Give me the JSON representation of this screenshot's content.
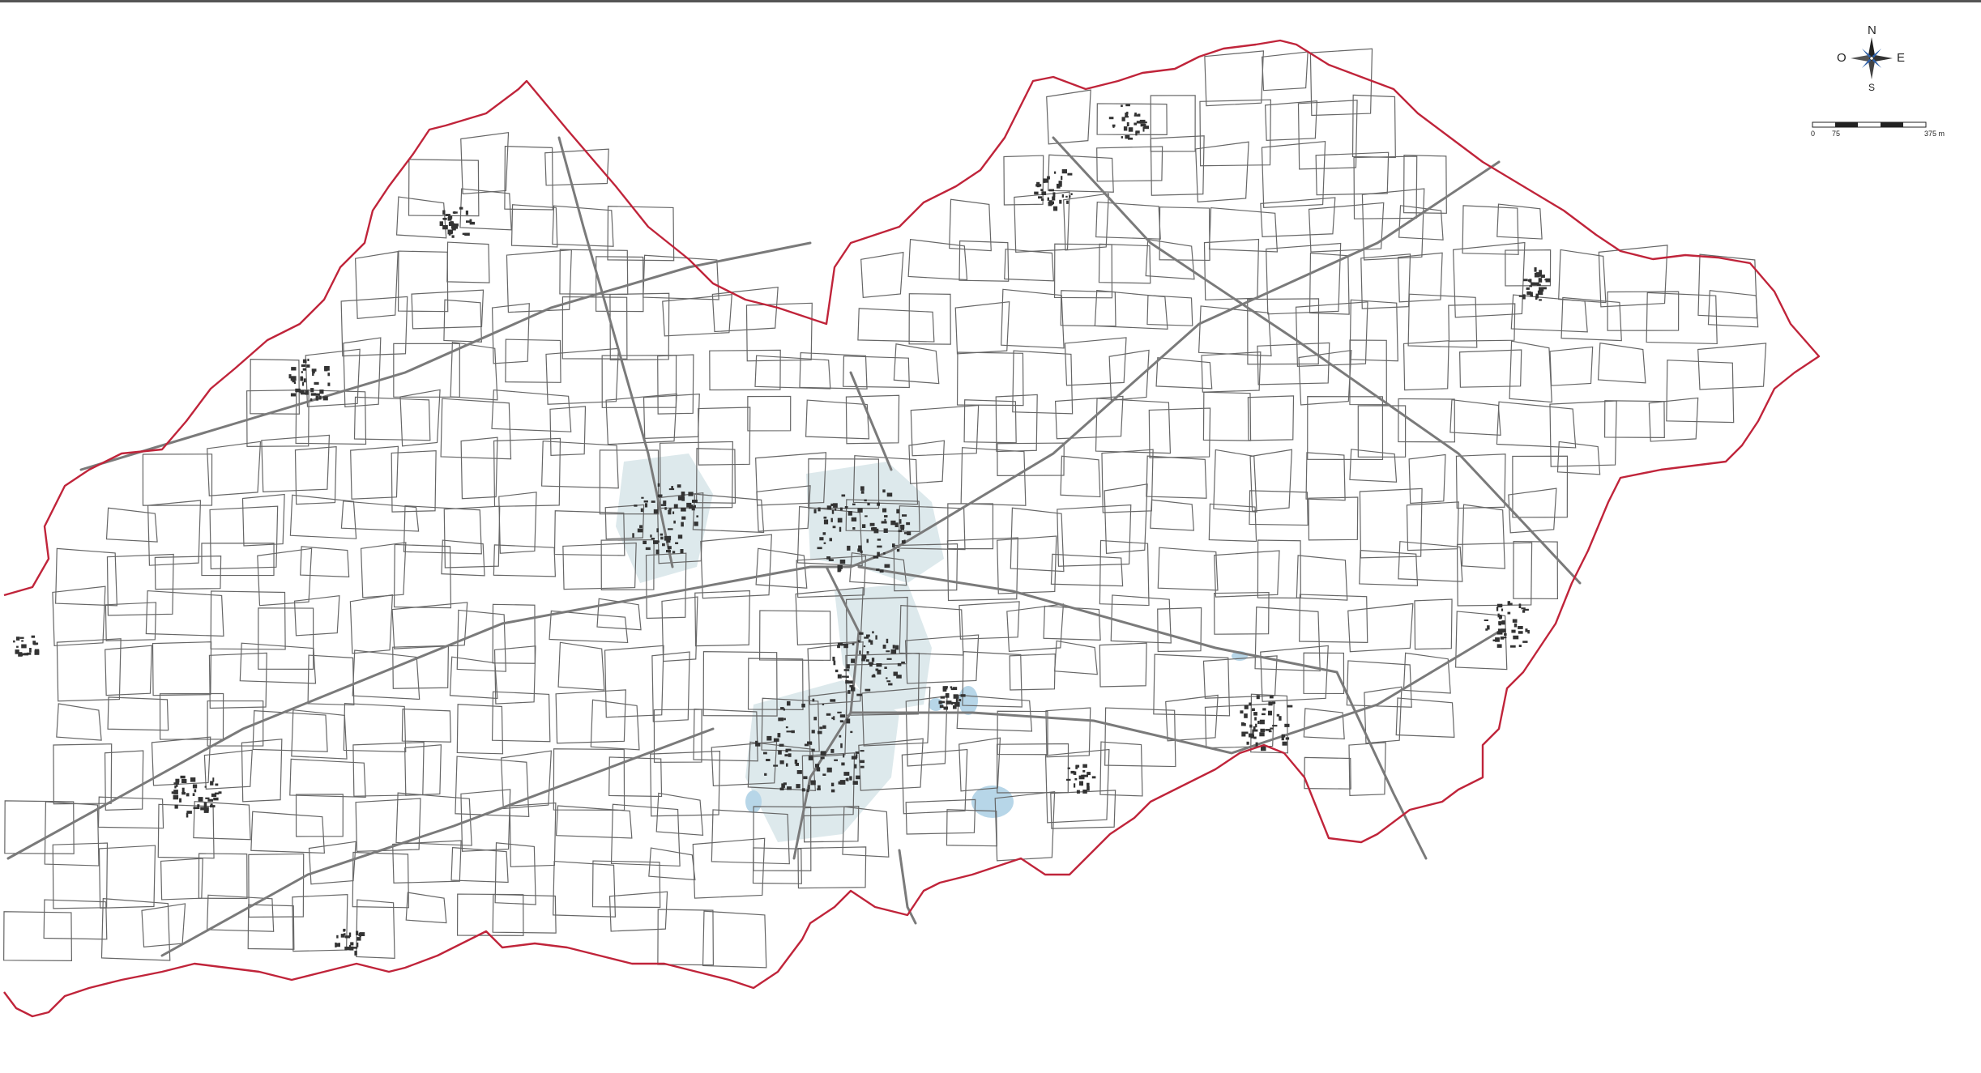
{
  "map": {
    "colors": {
      "boundary": "#c0243a",
      "parcel": "#666666",
      "road": "#7a7a7a",
      "urban": "#dde9ec",
      "water": "#b7d6e8",
      "building": "#333333"
    },
    "icons": [
      "compass-rose-icon",
      "scale-bar-icon"
    ]
  },
  "compass": {
    "north": "N",
    "south": "S",
    "east": "E",
    "west": "O"
  },
  "scale_bar": {
    "start": "0",
    "mid": "75",
    "end": "375 m"
  }
}
